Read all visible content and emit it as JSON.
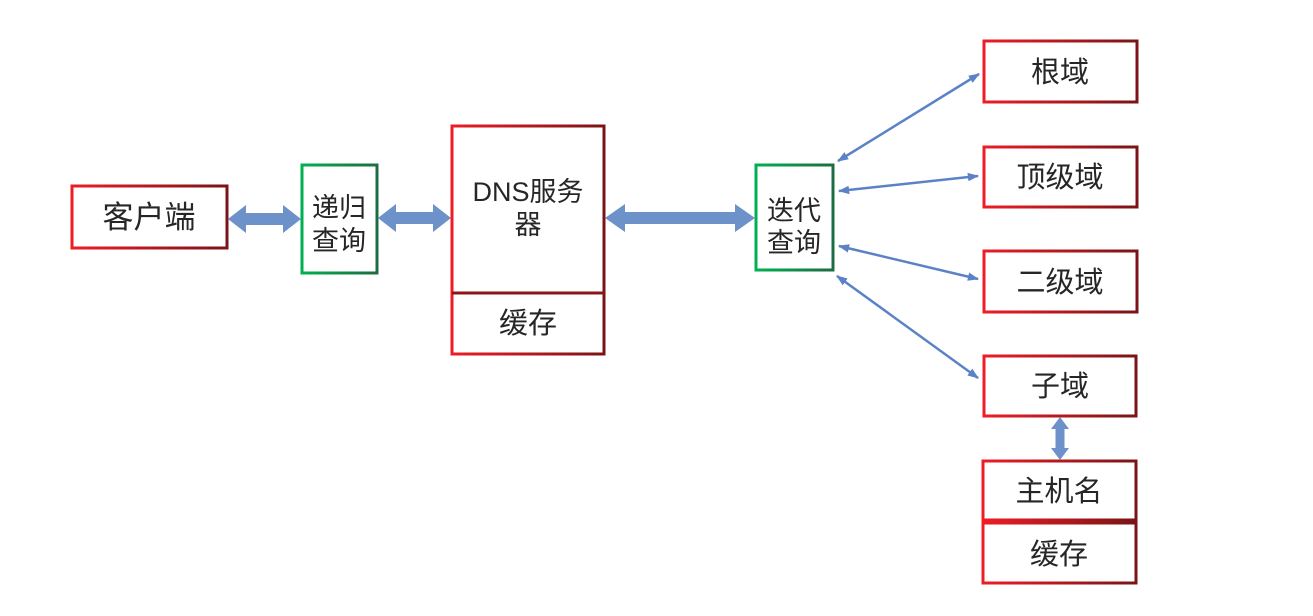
{
  "diagram": {
    "kind": "DNS query flow diagram",
    "nodes": {
      "client": {
        "label": "客户端"
      },
      "recursive_query": {
        "line1": "递归",
        "line2": "查询"
      },
      "dns_server": {
        "name_en": "DNS",
        "name_cn": "服务",
        "line2": "器",
        "cache_label": "缓存"
      },
      "iterative_query": {
        "line1": "迭代",
        "line2": "查询"
      },
      "root_domain": {
        "label": "根域"
      },
      "top_level_domain": {
        "label": "顶级域"
      },
      "second_level_domain": {
        "label": "二级域"
      },
      "sub_domain": {
        "label": "子域"
      },
      "hostname": {
        "label": "主机名"
      },
      "hostname_cache": {
        "label": "缓存"
      }
    },
    "colors": {
      "box_red_bright": "#EE1C25",
      "box_red_dark": "#7A1416",
      "box_green_bright": "#00B050",
      "box_green_dark": "#1E6C41",
      "divider_red": "#8B1517",
      "block_arrow_fill": "#6D91C9",
      "block_arrow_stroke": "#4472A8",
      "connector_blue": "#5B82C6",
      "text": "#262626",
      "background": "#FFFFFF"
    }
  }
}
